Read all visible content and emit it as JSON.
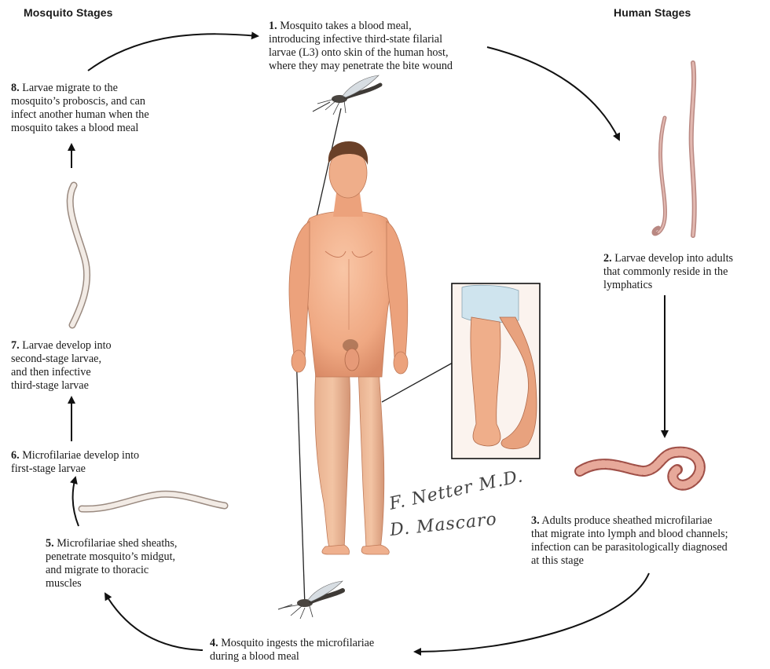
{
  "headings": {
    "mosquito": "Mosquito Stages",
    "human": "Human Stages"
  },
  "steps": [
    {
      "num": "1.",
      "text": "Mosquito takes a blood meal,\nintroducing infective third-state filarial\nlarvae (L3) onto skin of the human host,\nwhere they may penetrate the bite wound"
    },
    {
      "num": "2.",
      "text": "Larvae develop into adults\nthat commonly reside in the\nlymphatics"
    },
    {
      "num": "3.",
      "text": "Adults produce sheathed microfilariae\nthat migrate into lymph and blood channels;\ninfection can be parasitologically diagnosed\nat this stage"
    },
    {
      "num": "4.",
      "text": "Mosquito ingests the microfilariae\nduring a blood meal"
    },
    {
      "num": "5.",
      "text": "Microfilariae shed sheaths,\npenetrate mosquito’s midgut,\nand migrate to thoracic\nmuscles"
    },
    {
      "num": "6.",
      "text": "Microfilariae develop into\nfirst-stage larvae"
    },
    {
      "num": "7.",
      "text": "Larvae develop into\nsecond-stage larvae,\nand then infective\nthird-stage larvae"
    },
    {
      "num": "8.",
      "text": "Larvae migrate to the\nmosquito’s proboscis, and can\ninfect another human when the\nmosquito takes a blood meal"
    }
  ],
  "signatures": {
    "artist": "F. Netter M.D.",
    "colorist": "D. Mascaro"
  },
  "colors": {
    "skin": "#f2b08e",
    "skin_shadow": "#d9825e",
    "worm_adult": "#c99a93",
    "microfilaria": "#e7a99a",
    "larva": "#efe6e0",
    "arrow": "#111111"
  }
}
